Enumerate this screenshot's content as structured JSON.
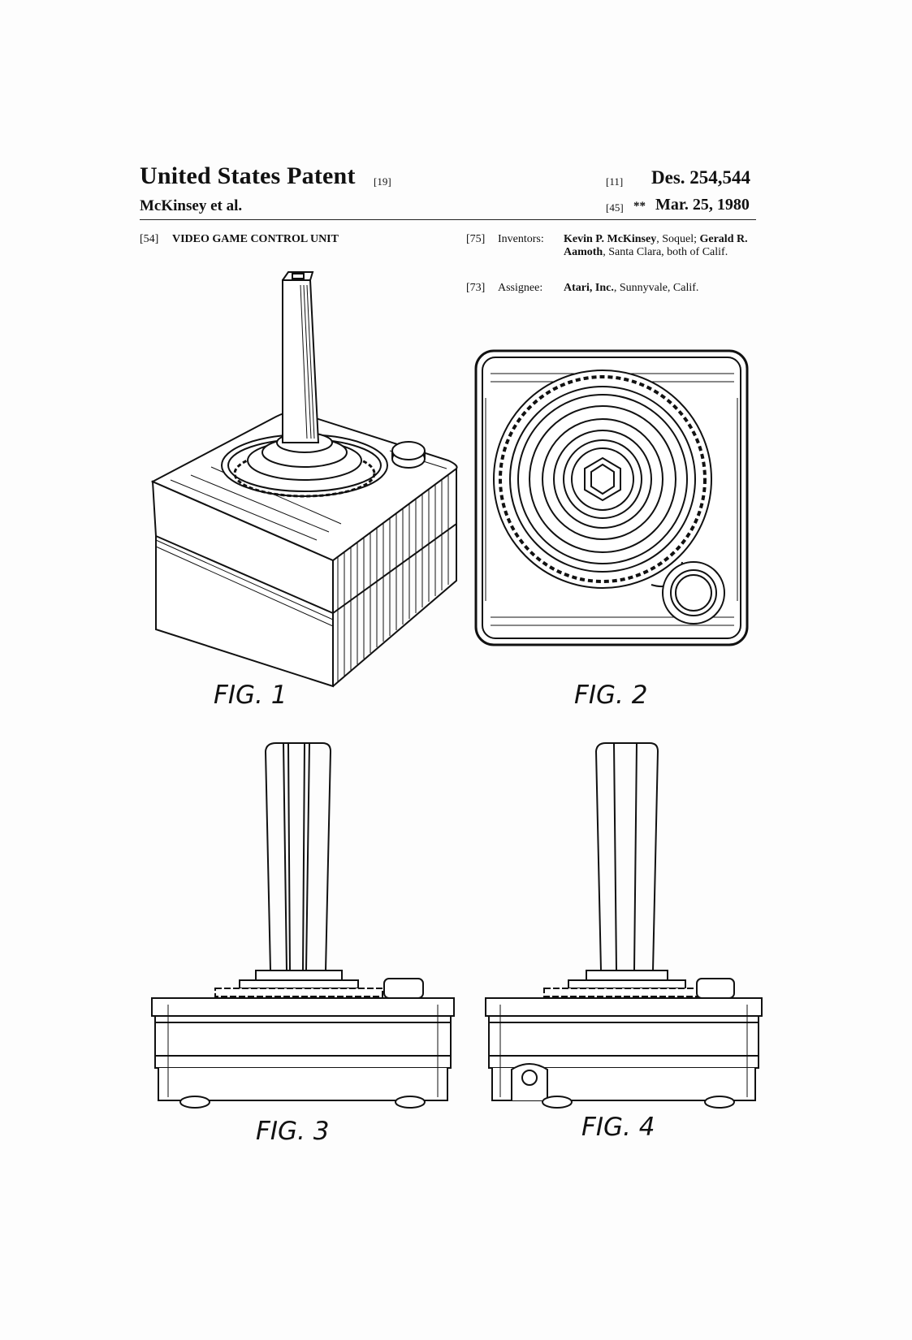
{
  "header": {
    "title": "United States Patent",
    "title_code": "[19]",
    "authors": "McKinsey et al.",
    "number_code": "[11]",
    "patent_number": "Des. 254,544",
    "date_code": "[45]",
    "date_stars": "**",
    "date": "Mar. 25, 1980"
  },
  "fields": {
    "f54": {
      "code": "[54]",
      "value": "VIDEO GAME CONTROL UNIT"
    },
    "f75": {
      "code": "[75]",
      "label": "Inventors:",
      "inventor1": "Kevin P. McKinsey",
      "inventor1_loc": ", Soquel; ",
      "inventor2": "Gerald R. Aamoth",
      "inventor2_loc": ", Santa Clara, both of Calif."
    },
    "f73": {
      "code": "[73]",
      "label": "Assignee:",
      "assignee": "Atari, Inc.",
      "assignee_loc": ", Sunnyvale, Calif."
    }
  },
  "figures": {
    "fig1": "FIG. 1",
    "fig2": "FIG. 2",
    "fig3": "FIG. 3",
    "fig4": "FIG. 4"
  }
}
